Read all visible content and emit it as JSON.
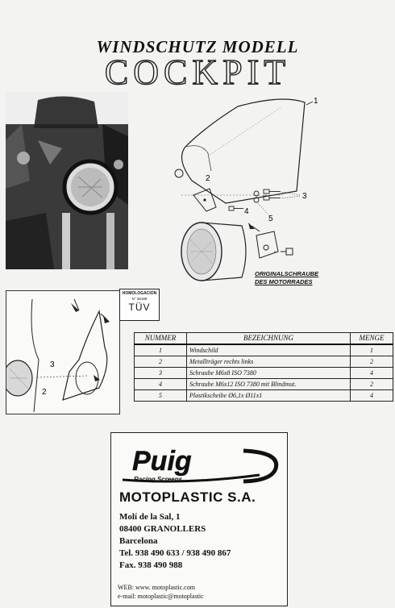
{
  "header": {
    "line1": "WINDSCHUTZ MODELL",
    "line2": "COCKPIT"
  },
  "diagram": {
    "callouts": [
      "1",
      "2",
      "3",
      "4",
      "5"
    ],
    "original_screw_line1": "ORIGINALSCHRAUBE",
    "original_screw_line2": "DES MOTORRADES"
  },
  "side_view": {
    "callouts": [
      "2",
      "3"
    ]
  },
  "homologation": {
    "line1": "HOMOLOGACION",
    "line2": "N° 36188",
    "mark": "TÜV"
  },
  "parts_table": {
    "headers": [
      "NUMMER",
      "BEZEICHNUNG",
      "MENGE"
    ],
    "rows": [
      {
        "num": "1",
        "desc": "Windschild",
        "qty": "1"
      },
      {
        "num": "2",
        "desc": "Metallträger rechts links",
        "qty": "2"
      },
      {
        "num": "3",
        "desc": "Schraube M6x8 ISO 7380",
        "qty": "4"
      },
      {
        "num": "4",
        "desc": "Schraube M6x12 ISO 7380 mit Blindmut.",
        "qty": "2"
      },
      {
        "num": "5",
        "desc": "Plastikscheibe Ø6,1x Ø11x1",
        "qty": "4"
      }
    ]
  },
  "company_card": {
    "brand": "Puig",
    "tagline": "Racing Screens",
    "name": "MOTOPLASTIC S.A.",
    "street": "Molí de la Sal, 1",
    "city": "08400 GRANOLLERS",
    "region": "Barcelona",
    "tel": "Tel. 938 490 633 / 938 490 867",
    "fax": "Fax. 938 490 988",
    "web": "WEB: www. motoplastic.com",
    "email": "e-mail: motoplastic@motoplastic"
  },
  "colors": {
    "ink": "#111111",
    "paper": "#f3f3f1",
    "logo_red": "#222222"
  }
}
